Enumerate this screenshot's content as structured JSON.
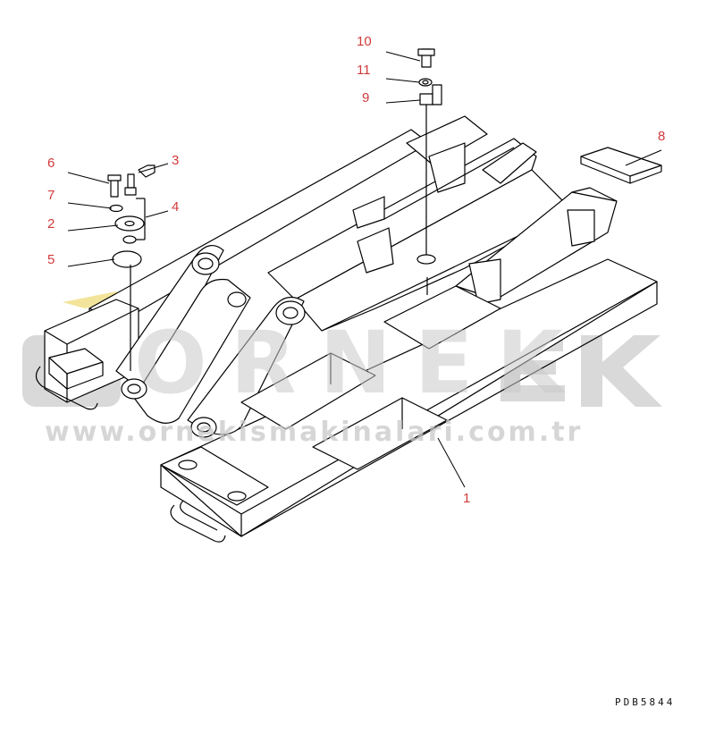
{
  "diagram": {
    "callouts": [
      {
        "id": "c10",
        "label": "10"
      },
      {
        "id": "c11",
        "label": "11"
      },
      {
        "id": "c9",
        "label": "9"
      },
      {
        "id": "c8",
        "label": "8"
      },
      {
        "id": "c6",
        "label": "6"
      },
      {
        "id": "c3",
        "label": "3"
      },
      {
        "id": "c7",
        "label": "7"
      },
      {
        "id": "c4",
        "label": "4"
      },
      {
        "id": "c2",
        "label": "2"
      },
      {
        "id": "c5",
        "label": "5"
      },
      {
        "id": "c1",
        "label": "1"
      }
    ],
    "drawing_code": "PDB5844"
  },
  "watermark": {
    "brand": "ORNEK",
    "url": "www.ornekismakinalari.com.tr"
  },
  "colors": {
    "callout": "#d23a3a",
    "line": "#000000",
    "watermark": "#c9c9c9",
    "watermark_accent": "#f2e08a"
  }
}
